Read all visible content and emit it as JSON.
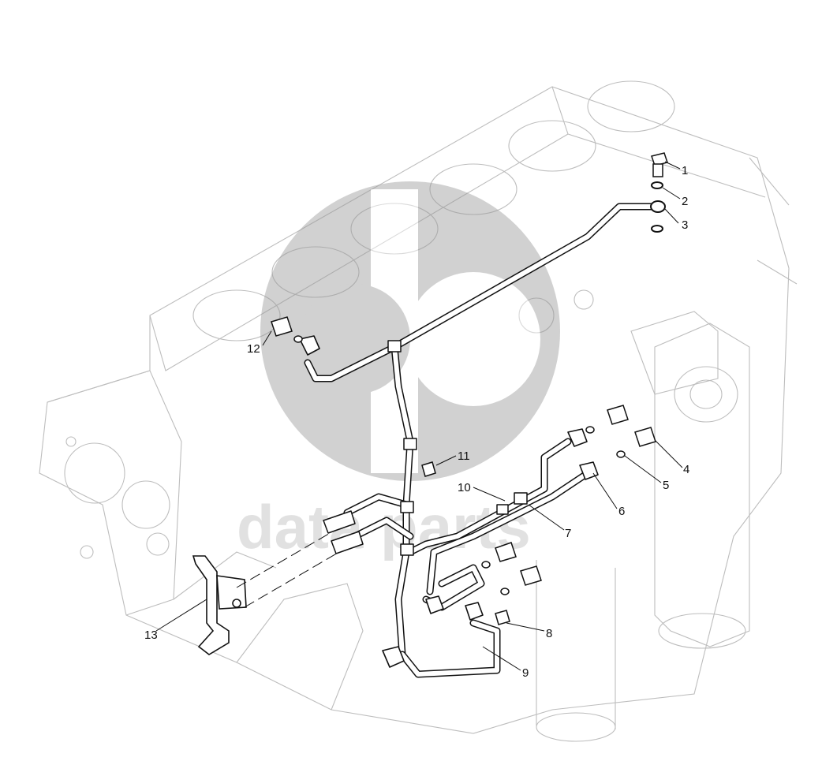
{
  "diagram": {
    "watermark": {
      "icon": "logo-mark-icon",
      "text": "data parts",
      "color": "#c9c9c9"
    },
    "colors": {
      "line": "#111111",
      "ghost": "#bdbdbd",
      "fill": "#ffffff"
    },
    "callouts": [
      {
        "id": "1",
        "label": "1"
      },
      {
        "id": "2",
        "label": "2"
      },
      {
        "id": "3",
        "label": "3"
      },
      {
        "id": "4",
        "label": "4"
      },
      {
        "id": "5",
        "label": "5"
      },
      {
        "id": "6",
        "label": "6"
      },
      {
        "id": "7",
        "label": "7"
      },
      {
        "id": "8",
        "label": "8"
      },
      {
        "id": "9",
        "label": "9"
      },
      {
        "id": "10",
        "label": "10"
      },
      {
        "id": "11",
        "label": "11"
      },
      {
        "id": "12",
        "label": "12"
      },
      {
        "id": "13",
        "label": "13"
      }
    ]
  }
}
